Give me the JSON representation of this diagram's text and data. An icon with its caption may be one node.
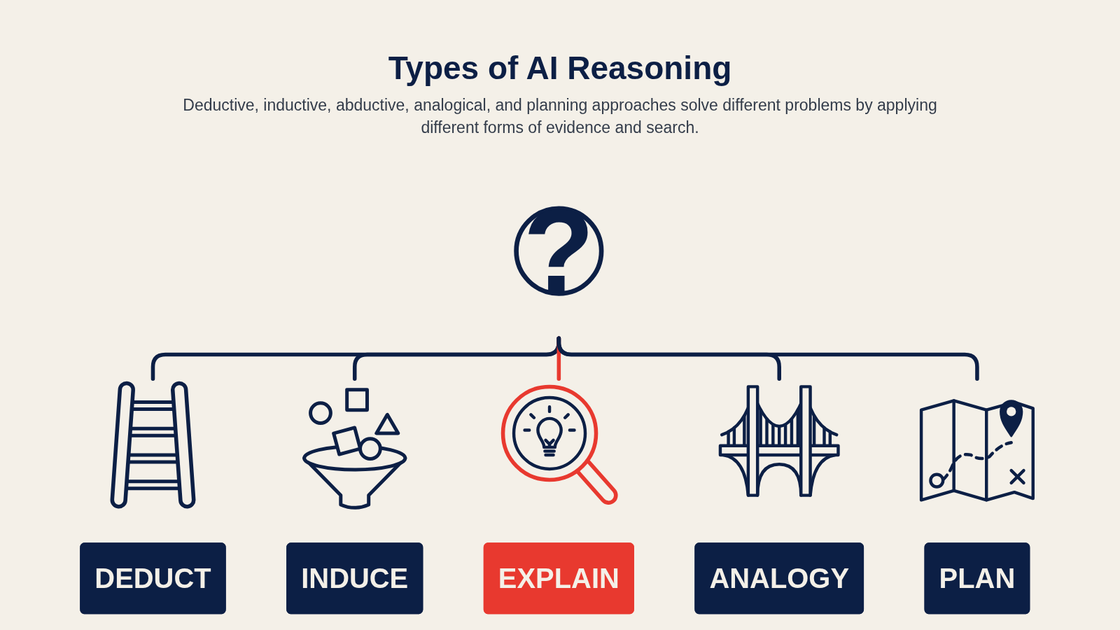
{
  "diagram": {
    "title": "Types of AI Reasoning",
    "caption": "Deductive, inductive, abductive, analogical, and planning approaches solve different problems by applying different forms of evidence and search.",
    "nodes": [
      {
        "text": [
          "?"
        ]
      },
      {
        "text": [],
        "shape": "picture"
      },
      {
        "text": [],
        "shape": "picture"
      },
      {
        "text": [],
        "shape": "picture"
      },
      {
        "text": [],
        "shape": "picture"
      },
      {
        "text": [],
        "shape": "picture"
      },
      {
        "text": [
          "DEDUCT"
        ]
      },
      {
        "text": [
          "INDUCE"
        ]
      },
      {
        "text": [
          "EXPLAIN"
        ]
      },
      {
        "text": [
          "ANALOGY"
        ]
      },
      {
        "text": [
          "PLAN"
        ]
      }
    ],
    "edges": [
      {
        "from": 0,
        "to": 1,
        "arrow": "none"
      },
      {
        "from": 0,
        "to": 2,
        "arrow": "none"
      },
      {
        "from": 0,
        "to": 3,
        "arrow": "none",
        "color": "#e8392f"
      },
      {
        "from": 0,
        "to": 4,
        "arrow": "none"
      },
      {
        "from": 0,
        "to": 5,
        "arrow": "none"
      }
    ]
  }
}
